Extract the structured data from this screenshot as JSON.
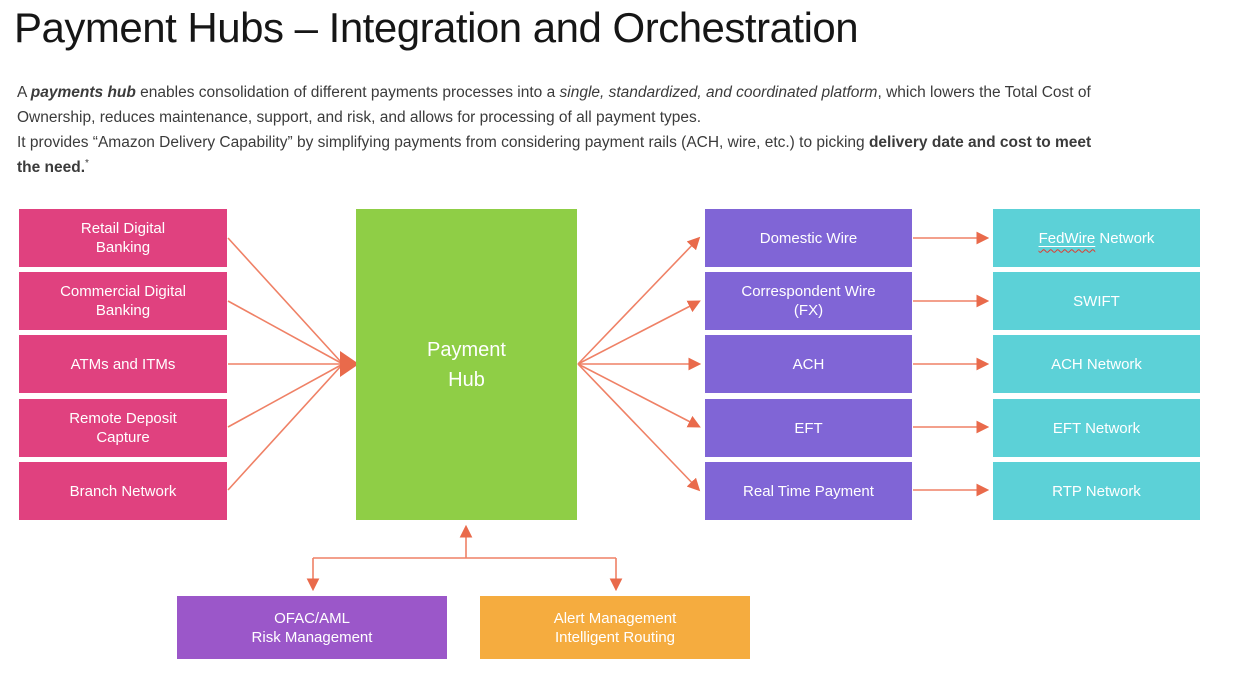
{
  "title": "Payment Hubs – Integration and Orchestration",
  "intro": {
    "p1_pre": "A ",
    "p1_bold_italic": "payments hub",
    "p1_mid": " enables consolidation of different payments processes into a ",
    "p1_italic": "single, standardized, and coordinated platform",
    "p1_post": ", which lowers the Total Cost of Ownership, reduces maintenance, support, and risk, and allows for processing of all payment types.",
    "p2_pre": "It provides “Amazon Delivery Capability” by simplifying payments from considering payment rails (ACH, wire, etc.) to picking ",
    "p2_bold": "delivery date and cost to meet the need.",
    "p2_footnote_marker": "*"
  },
  "diagram": {
    "channels": [
      {
        "label": "Retail Digital\nBanking"
      },
      {
        "label": "Commercial Digital\nBanking"
      },
      {
        "label": "ATMs and ITMs"
      },
      {
        "label": "Remote Deposit\nCapture"
      },
      {
        "label": "Branch Network"
      }
    ],
    "hub": {
      "label": "Payment\nHub"
    },
    "rails": [
      {
        "label": "Domestic Wire"
      },
      {
        "label": "Correspondent Wire\n(FX)"
      },
      {
        "label": "ACH"
      },
      {
        "label": "EFT"
      },
      {
        "label": "Real Time Payment"
      }
    ],
    "networks": [
      {
        "underlined": "FedWire",
        "rest": " Network"
      },
      {
        "label": "SWIFT"
      },
      {
        "label": "ACH Network"
      },
      {
        "label": "EFT Network"
      },
      {
        "label": "RTP Network"
      }
    ],
    "services": [
      {
        "label": "OFAC/AML\nRisk Management"
      },
      {
        "label": "Alert Management\nIntelligent Routing"
      }
    ]
  },
  "colors": {
    "channel_pink": "#E0417F",
    "hub_green": "#8FCE46",
    "rail_purple": "#8065D6",
    "network_teal": "#5CD1D7",
    "service_purple": "#9B57C9",
    "service_orange": "#F5AC3F",
    "arrow_salmon": "#EF8166",
    "arrowhead_salmon": "#E96A4B",
    "spellcheck_red": "#E0392E"
  }
}
